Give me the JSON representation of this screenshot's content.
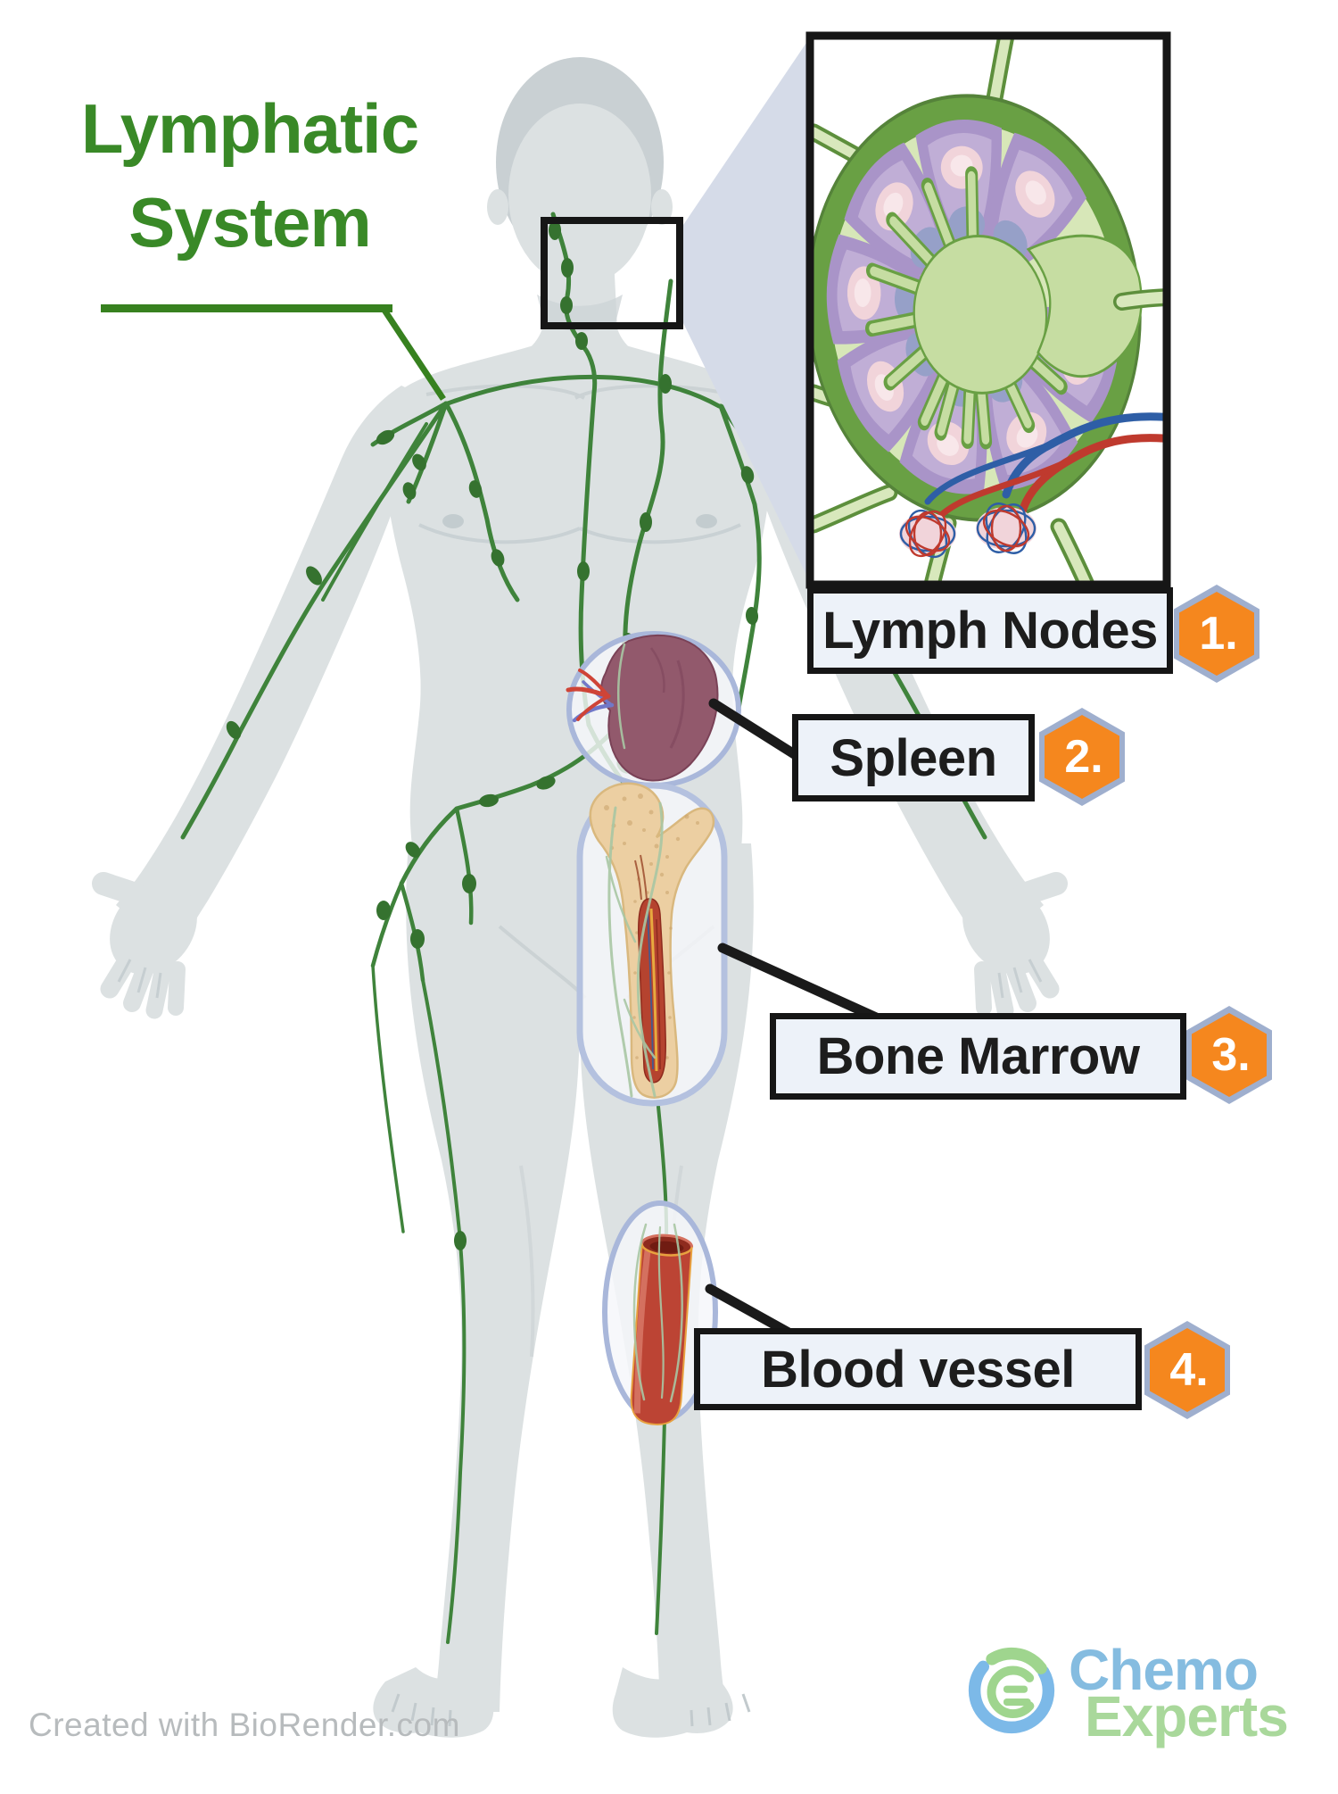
{
  "title": {
    "line1": "Lymphatic",
    "line2": "System"
  },
  "labels": [
    {
      "number": "1.",
      "text": "Lymph Nodes"
    },
    {
      "number": "2.",
      "text": "Spleen"
    },
    {
      "number": "3.",
      "text": "Bone Marrow"
    },
    {
      "number": "4.",
      "text": "Blood vessel"
    }
  ],
  "watermark": "Created with BioRender.com",
  "logo": {
    "word1": "Chemo",
    "word2": "Experts"
  },
  "colors": {
    "title_green": "#398927",
    "vessel_green": "#3f833b",
    "hexagon_orange": "#f5871e",
    "hexagon_border": "#9fafce",
    "label_background": "#edf2f9",
    "label_border": "#161616",
    "focus_ring_border": "#a9b7da",
    "body_gray": "#dce1e2",
    "node_capsule_green": "#69a044",
    "node_follicle_purple": "#a994c8",
    "artery_red": "#bf3a2e",
    "vein_blue": "#2e5ea6",
    "logo_blue": "#7cb9e8",
    "logo_green": "#9fd58e"
  }
}
